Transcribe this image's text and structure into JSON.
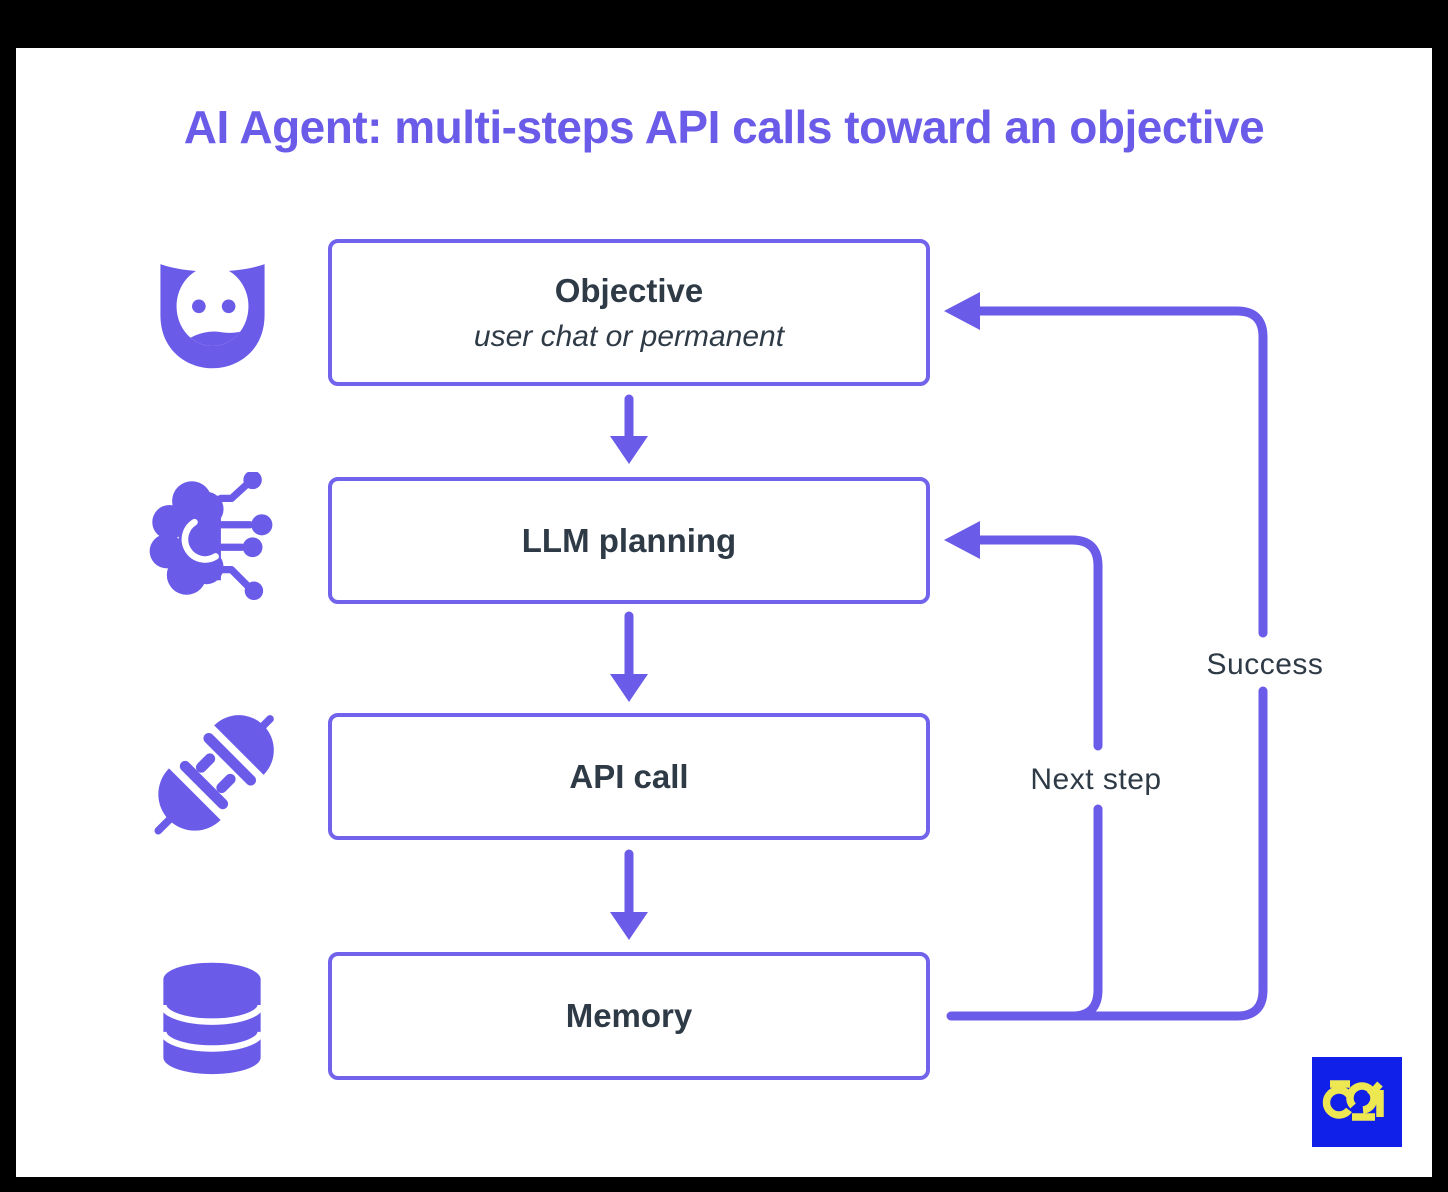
{
  "title": "AI Agent: multi-steps API calls toward an objective",
  "colors": {
    "accent_purple": "#6B5BE9",
    "box_border_purple": "#7163EB",
    "text_dark": "#2E3A46",
    "canvas_background": "#FFFFFF",
    "frame_black": "#000000",
    "logo_blue": "#1120E8",
    "logo_yellow": "#EDE852"
  },
  "flow": {
    "boxes": [
      {
        "label": "Objective",
        "sublabel": "user chat or permanent",
        "icon": "user-avatar-icon"
      },
      {
        "label": "LLM planning",
        "icon": "ai-brain-icon"
      },
      {
        "label": "API call",
        "icon": "api-plug-icon"
      },
      {
        "label": "Memory",
        "icon": "database-icon"
      }
    ],
    "edges": [
      {
        "from": "Objective",
        "to": "LLM planning"
      },
      {
        "from": "LLM planning",
        "to": "API call"
      },
      {
        "from": "API call",
        "to": "Memory"
      },
      {
        "from": "Memory",
        "to": "LLM planning",
        "label": "Next step"
      },
      {
        "from": "Memory",
        "to": "Objective",
        "label": "Success"
      }
    ]
  },
  "labels": {
    "success": "Success",
    "next_step": "Next step"
  },
  "logo": {
    "text": "321"
  }
}
